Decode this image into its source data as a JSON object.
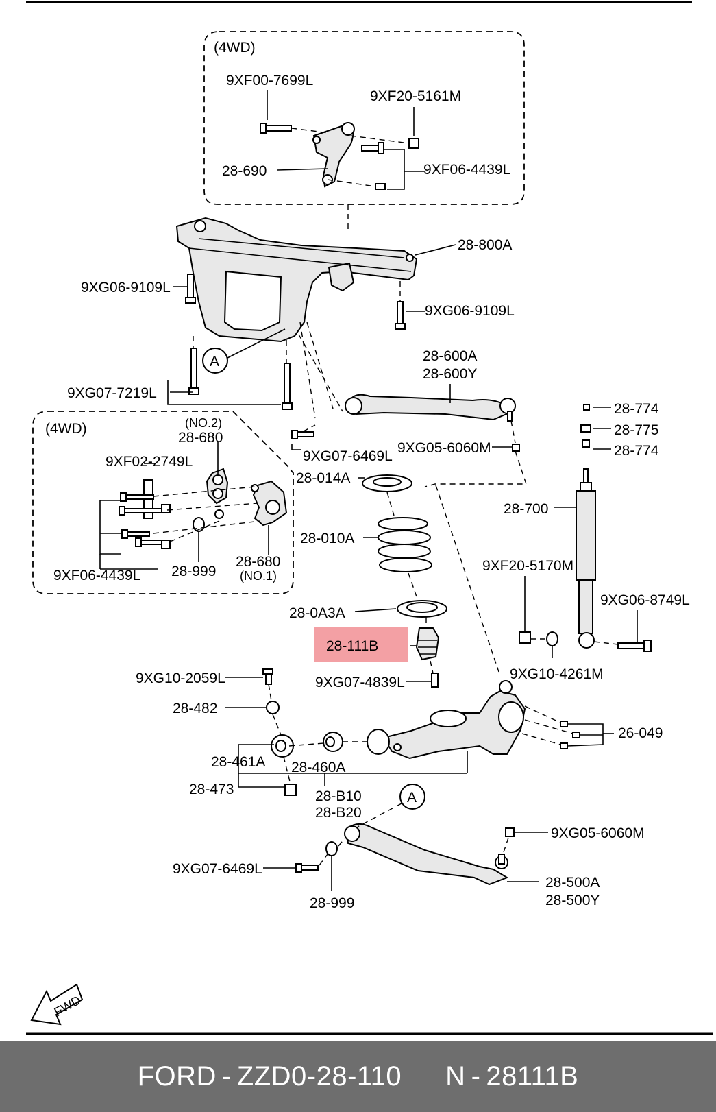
{
  "box_labels": {
    "top": "(4WD)",
    "left": "(4WD)"
  },
  "callouts": [
    {
      "id": "c1",
      "text": "9XF00-7699L"
    },
    {
      "id": "c2",
      "text": "9XF20-5161M"
    },
    {
      "id": "c3",
      "text": "28-690"
    },
    {
      "id": "c4",
      "text": "9XF06-4439L"
    },
    {
      "id": "c5",
      "text": "28-800A"
    },
    {
      "id": "c6",
      "text": "9XG06-9109L"
    },
    {
      "id": "c7",
      "text": "9XG06-9109L"
    },
    {
      "id": "c8",
      "text": "28-600A"
    },
    {
      "id": "c9",
      "text": "28-600Y"
    },
    {
      "id": "c10",
      "text": "9XG07-7219L"
    },
    {
      "id": "c11",
      "text": "(NO.2)"
    },
    {
      "id": "c12",
      "text": "28-680"
    },
    {
      "id": "c13",
      "text": "9XF02-2749L"
    },
    {
      "id": "c14",
      "text": "9XG07-6469L"
    },
    {
      "id": "c15",
      "text": "9XG05-6060M"
    },
    {
      "id": "c16",
      "text": "28-774"
    },
    {
      "id": "c17",
      "text": "28-775"
    },
    {
      "id": "c18",
      "text": "28-774"
    },
    {
      "id": "c19",
      "text": "28-014A"
    },
    {
      "id": "c20",
      "text": "28-700"
    },
    {
      "id": "c21",
      "text": "28-010A"
    },
    {
      "id": "c22",
      "text": "9XF20-5170M"
    },
    {
      "id": "c23",
      "text": "9XF06-4439L"
    },
    {
      "id": "c24",
      "text": "28-999"
    },
    {
      "id": "c25",
      "text": "28-680"
    },
    {
      "id": "c26",
      "text": "(NO.1)"
    },
    {
      "id": "c27",
      "text": "9XG06-8749L"
    },
    {
      "id": "c28",
      "text": "28-0A3A"
    },
    {
      "id": "c29",
      "text": "28-111B"
    },
    {
      "id": "c30",
      "text": "9XG10-4261M"
    },
    {
      "id": "c31",
      "text": "9XG10-2059L"
    },
    {
      "id": "c32",
      "text": "9XG07-4839L"
    },
    {
      "id": "c33",
      "text": "28-482"
    },
    {
      "id": "c34",
      "text": "26-049"
    },
    {
      "id": "c35",
      "text": "28-461A"
    },
    {
      "id": "c36",
      "text": "28-460A"
    },
    {
      "id": "c37",
      "text": "28-473"
    },
    {
      "id": "c38",
      "text": "28-B10"
    },
    {
      "id": "c39",
      "text": "28-B20"
    },
    {
      "id": "c40",
      "text": "9XG05-6060M"
    },
    {
      "id": "c41",
      "text": "9XG07-6469L"
    },
    {
      "id": "c42",
      "text": "28-500A"
    },
    {
      "id": "c43",
      "text": "28-500Y"
    },
    {
      "id": "c44",
      "text": "28-999"
    }
  ],
  "markers": [
    "A",
    "A"
  ],
  "highlight": {
    "part": "28-111B",
    "color": "#f3a0a4"
  },
  "fwd_label": "FWD",
  "footer": {
    "brand": "FORD",
    "sep1": "-",
    "oem": "ZZD0-28-110",
    "prefix": "N",
    "sep2": "-",
    "number": "28111B"
  }
}
